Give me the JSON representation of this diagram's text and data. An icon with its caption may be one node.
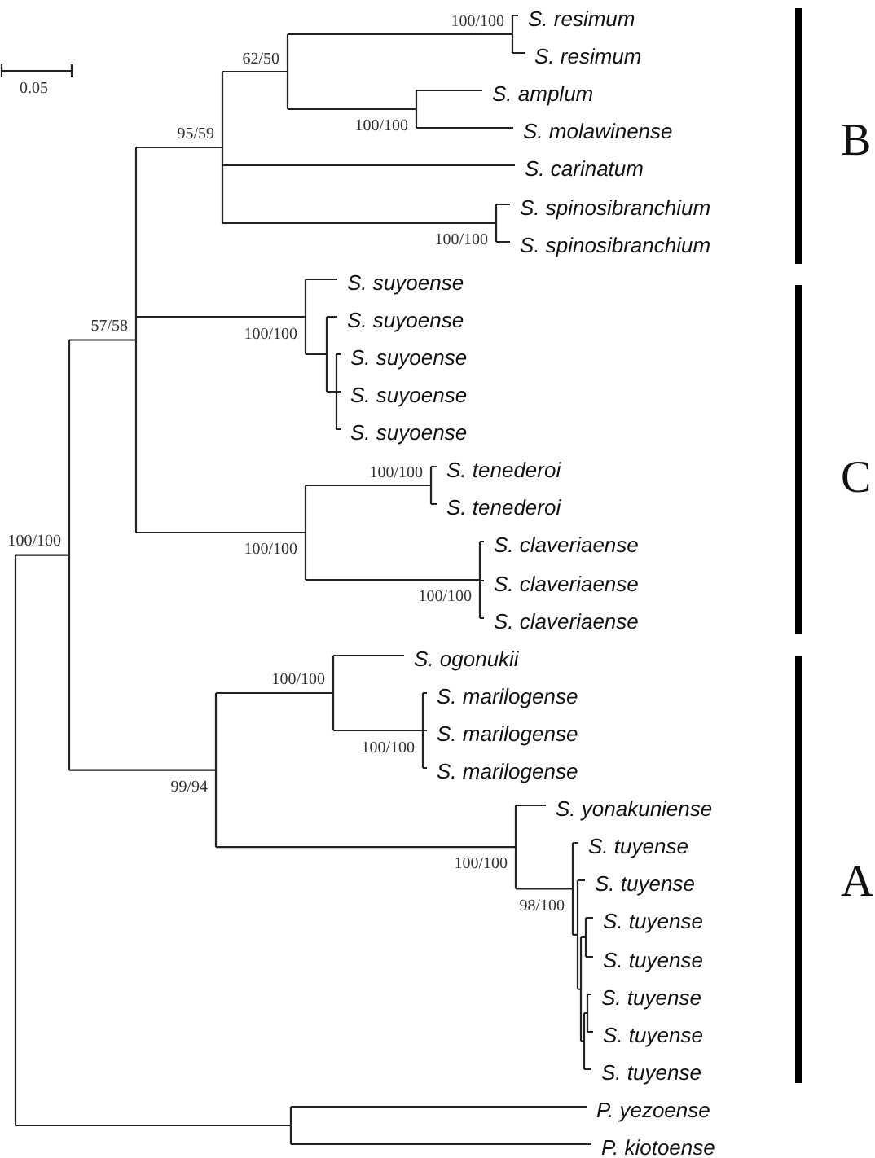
{
  "diagram": {
    "labels": [
      "0.05",
      "S. resimum",
      "S. resimum",
      "S. amplum",
      "S. molawinense",
      "S. carinatum",
      "S. spinosibranchium",
      "S. spinosibranchium",
      "S. suyoense",
      "S. suyoense",
      "S. suyoense",
      "S. suyoense",
      "S. suyoense",
      "S. tenederoi",
      "S. tenederoi",
      "S. claveriaense",
      "S. claveriaense",
      "S. claveriaense",
      "S. ogonukii",
      "S. marilogense",
      "S. marilogense",
      "S. marilogense",
      "S. yonakuniense",
      "S. tuyense",
      "S. tuyense",
      "S. tuyense",
      "S. tuyense",
      "S. tuyense",
      "S. tuyense",
      "S. tuyense",
      "P. yezoense",
      "P. kiotoense",
      "100/100",
      "62/50",
      "100/100",
      "95/59",
      "100/100",
      "57/58",
      "100/100",
      "100/100",
      "100/100",
      "100/100",
      "100/100",
      "100/100",
      "100/100",
      "99/94",
      "100/100",
      "98/100",
      "B",
      "C",
      "A"
    ]
  }
}
